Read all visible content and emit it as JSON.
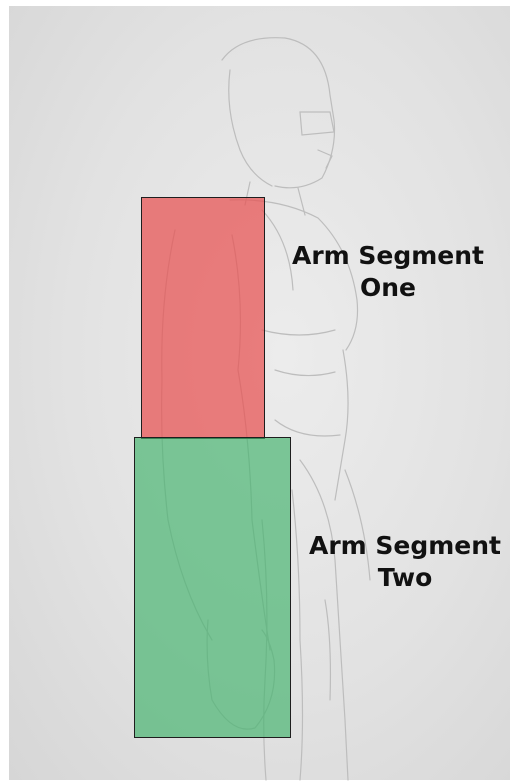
{
  "diagram": {
    "segments": [
      {
        "id": "one",
        "label_line1": "Arm Segment",
        "label_line2": "One",
        "color": "#e85050"
      },
      {
        "id": "two",
        "label_line1": "Arm Segment",
        "label_line2": "Two",
        "color": "#46b46e"
      }
    ],
    "background": "pencil figure sketch"
  }
}
